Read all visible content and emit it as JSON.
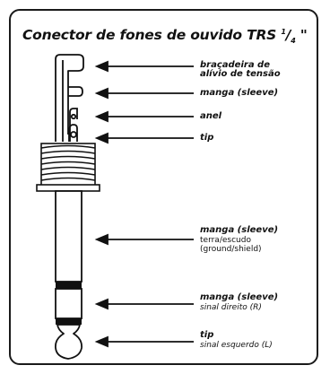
{
  "title": {
    "text": "Conector de fones de ouvido TRS",
    "fraction_num": "1",
    "fraction_den": "4",
    "inch_mark": "\""
  },
  "labels": {
    "strain_relief_line1": "braçadeira de",
    "strain_relief_line2": "alívio de tensão",
    "sleeve_upper": "manga (sleeve)",
    "ring_upper": "anel",
    "tip_upper": "tip",
    "sleeve_lower": "manga (sleeve)",
    "sleeve_lower_sub1": "terra/escudo",
    "sleeve_lower_sub2": "(ground/shield)",
    "ring_lower": "manga (sleeve)",
    "ring_lower_sub": "sinal direito (R)",
    "tip_lower": "tip",
    "tip_lower_sub": "sinal esquerdo (L)"
  }
}
